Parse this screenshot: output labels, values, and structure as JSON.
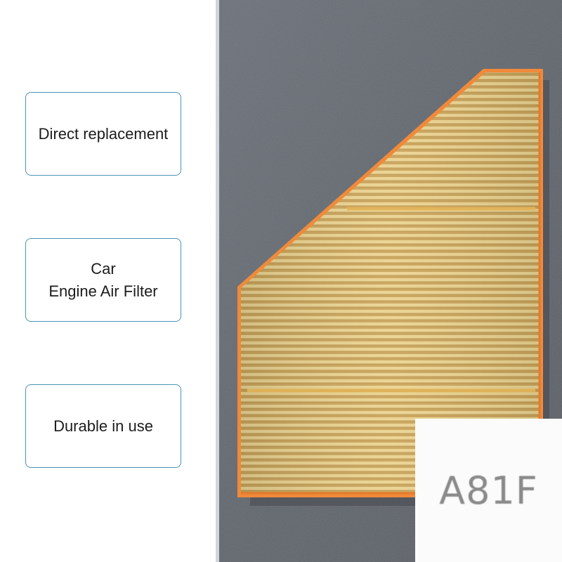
{
  "features": [
    {
      "lines": [
        "Direct replacement"
      ]
    },
    {
      "lines": [
        "Car",
        "Engine Air Filter"
      ]
    },
    {
      "lines": [
        "Durable in use"
      ]
    }
  ],
  "badge": {
    "code": "A81F"
  },
  "colors": {
    "box_border": "#4a93b5",
    "background_concrete": "#5f646b",
    "filter_media": "#e9cf8c",
    "filter_frame": "#f08a3a"
  }
}
